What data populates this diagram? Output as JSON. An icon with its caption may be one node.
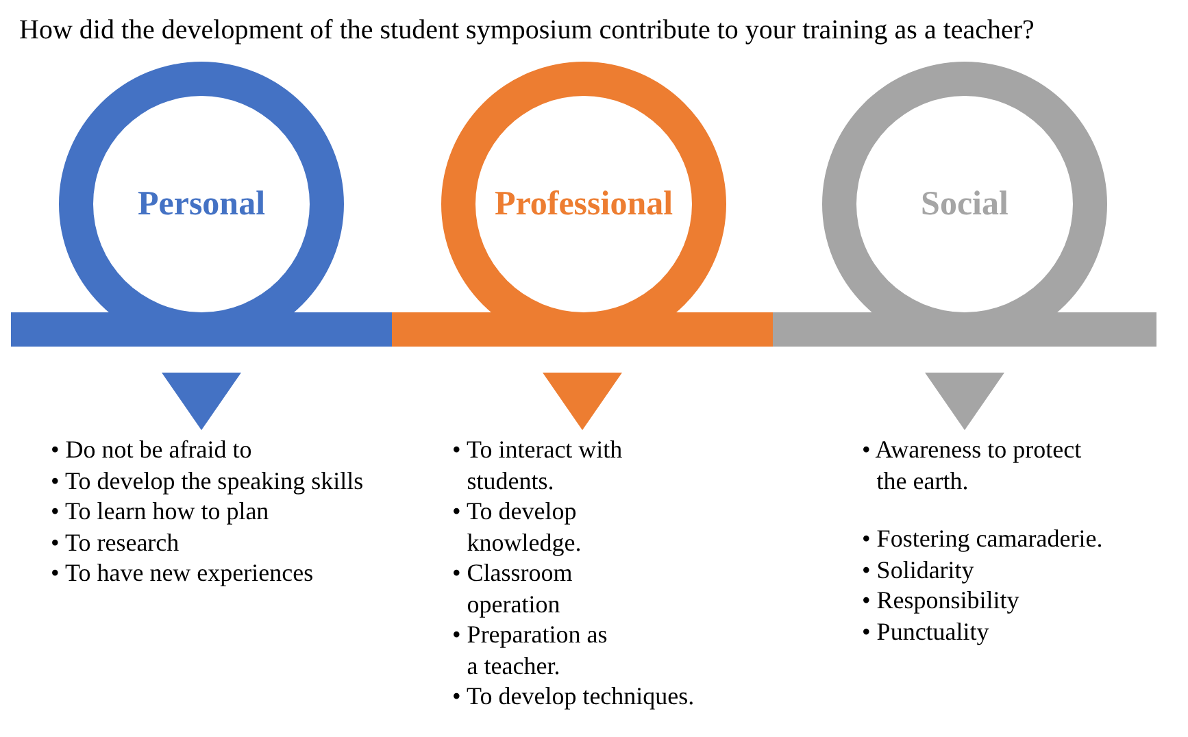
{
  "diagram": {
    "title": "How did the development of the student symposium contribute to your training as a teacher?",
    "nodes": [
      {
        "text": [
          "Personal"
        ]
      },
      {
        "text": [
          "Professional"
        ]
      },
      {
        "text": [
          "Social"
        ]
      },
      {
        "text": [
          "• Do not be afraid to",
          "• To develop the speaking skills",
          "• To learn how to plan",
          "• To research",
          "• To have new experiences"
        ]
      },
      {
        "text": [
          "• To interact with students.",
          "• To develop knowledge.",
          "• Classroom operation",
          "• Preparation as a teacher.",
          "• To develop techniques."
        ]
      },
      {
        "text": [
          "• Awareness to protect the earth.",
          "• Fostering camaraderie.",
          "• Solidarity",
          "• Responsibility",
          "• Punctuality"
        ]
      }
    ],
    "edges": [
      {
        "from": 0,
        "to": 3,
        "arrow": "to",
        "color": "#4472c4"
      },
      {
        "from": 1,
        "to": 4,
        "arrow": "to",
        "color": "#ed7d31"
      },
      {
        "from": 2,
        "to": 5,
        "arrow": "to",
        "color": "#a5a5a5"
      }
    ]
  }
}
